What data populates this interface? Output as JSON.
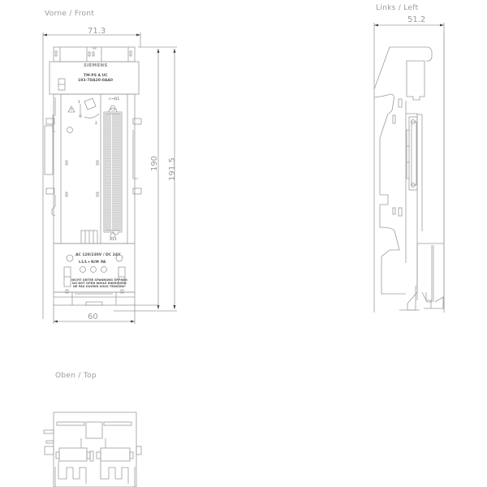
{
  "views": {
    "front": {
      "label": "Vorne / Front",
      "dimensions": {
        "width_top": "71.3",
        "width_bottom": "60",
        "height_inner": "190",
        "height_outer": "191.5"
      },
      "brand": "SIEMENS",
      "model": "TM-PS A UC",
      "part_number": "193-7DA20-0AA0",
      "connector_label": "X11",
      "fuse_label": "⚠→Q1",
      "rotation_steps": [
        "1",
        "2"
      ],
      "voltage_label": "AC 120/230V / DC 24V",
      "terminals": [
        "L1/L+",
        "N/M",
        "PA"
      ],
      "warning_lines": [
        "NICHT UNTER SPANNUNG ÖFFNEN",
        "DO NOT OPEN WHILE ENERGIZED",
        "NE PAS OUVRIR SOUS TENSION"
      ]
    },
    "left": {
      "label": "Links / Left",
      "dimensions": {
        "depth": "51.2"
      }
    },
    "top": {
      "label": "Oben / Top"
    }
  },
  "colors": {
    "line": "#9c9c9c",
    "text": "#9a9a9a",
    "background": "#ffffff"
  }
}
